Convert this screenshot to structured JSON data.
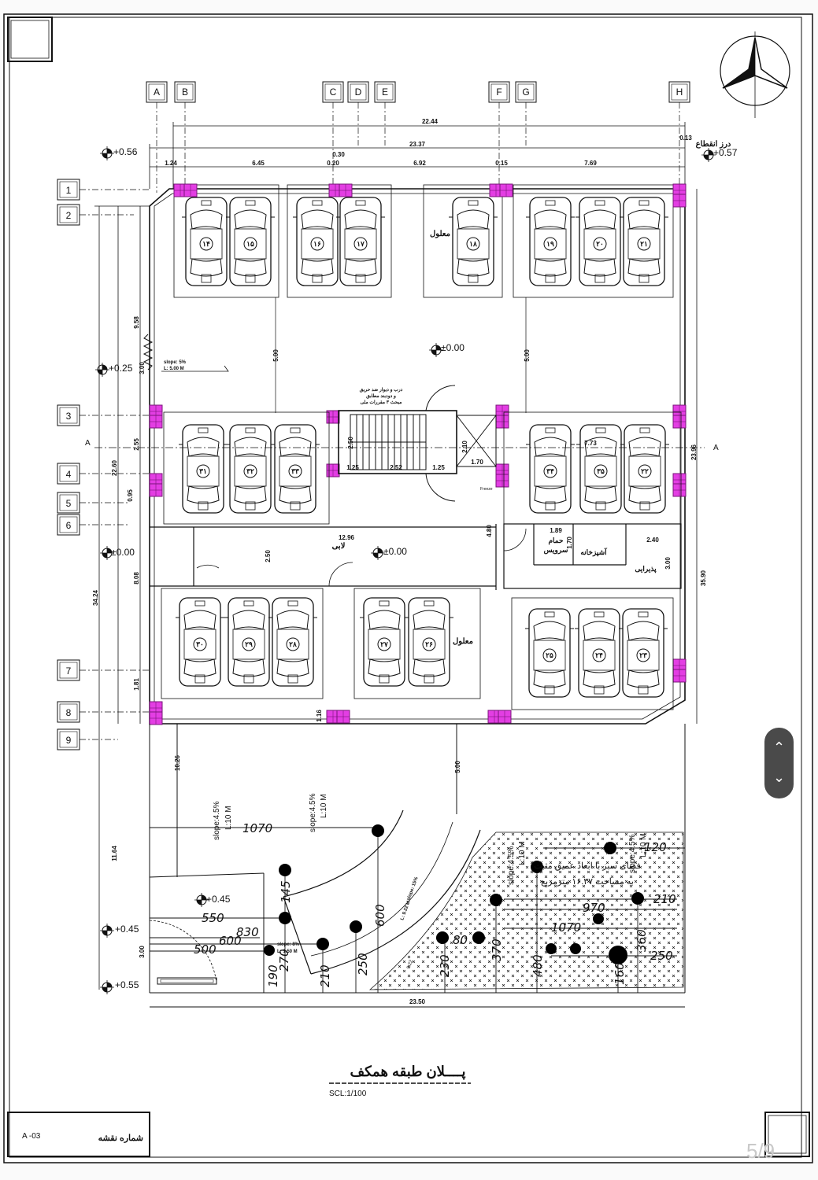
{
  "grid_letters": [
    "A",
    "B",
    "C",
    "D",
    "E",
    "F",
    "G",
    "H"
  ],
  "grid_numbers": [
    "1",
    "2",
    "3",
    "4",
    "5",
    "6",
    "7",
    "8",
    "9"
  ],
  "section_mark": "A",
  "levels": {
    "top_left": "+0.56",
    "top_right": "+0.57",
    "left_mid": "+0.25",
    "center": "±0.00",
    "left_lobby": "±0.00",
    "lobby": "±0.00",
    "ramp": "+0.45",
    "bottom_1": "+0.45",
    "bottom_2": "+0.55"
  },
  "dims_top": [
    "22.44",
    "23.37",
    "1.24",
    "6.45",
    "0.30",
    "0.20",
    "6.92",
    "0.15",
    "7.69",
    "0.13"
  ],
  "dims_left": [
    "9.58",
    "22.60",
    "2.55",
    "34.24",
    "8.08",
    "11.64",
    "1.81",
    "0.95"
  ],
  "dims_right": [
    "23.96",
    "35.90"
  ],
  "dims_inner": [
    "5.00",
    "5.00",
    "3.00",
    "2.50",
    "2.52",
    "1.25",
    "1.25",
    "2.10",
    "1.70",
    "7.73",
    "12.96",
    "2.50",
    "4.80",
    "1.89",
    "1.70",
    "2.40",
    "3.00",
    "1.16",
    "10.26",
    "5.00",
    "3.00",
    "23.50"
  ],
  "door_cut": "درز انقطاع",
  "slope_top": "slope: 5%",
  "slope_top_len": "L: 5.00 M",
  "stair_note_1": "درب و دیوار ضد حریق",
  "stair_note_2": "و دودبند مطابق",
  "stair_note_3": "مبحث ۳ مقررات ملی",
  "rooms": {
    "lobby": "لابی",
    "bath": "حمام",
    "service": "سرویس",
    "kitchen": "آشپزخانه",
    "reception": "پذیرایی",
    "disabled_1": "معلول",
    "disabled_2": "معلول",
    "freezer": "Freeze"
  },
  "car_numbers_row1": [
    "۱۴",
    "۱۵",
    "۱۶",
    "۱۷",
    "۱۸",
    "۱۹",
    "۲۰",
    "۲۱"
  ],
  "car_numbers_row2": [
    "۳۱",
    "۳۲",
    "۳۳",
    "۳۴",
    "۳۵",
    "۲۲"
  ],
  "car_numbers_row3": [
    "۳۰",
    "۲۹",
    "۲۸",
    "۲۷",
    "۲۶",
    "۲۵",
    "۲۴",
    "۲۳"
  ],
  "yard": {
    "slope1": "slope:4.5%",
    "len1": "L:10 M",
    "slope2": "slope:4.5%",
    "len2": "L:10 M",
    "slope3": "slope:4.5%",
    "len3": "L:10 M",
    "slope4": "slope:4.5%",
    "len4": "L:10 M",
    "ramp_slope": "slope: 15%",
    "ramp_len": "L: 9.22 M",
    "ramp_dim": "9.22",
    "small_slope": "slope: 8%",
    "small_len": "L: 1.50 M",
    "green_note_1": "فضای سبز با ابعاد عمیق مثبت",
    "green_note_2": "به مساحت ۱۶.۳۷ مترمربع",
    "numbers": [
      "1070",
      "145",
      "550",
      "830",
      "600",
      "500",
      "190",
      "270",
      "210",
      "250",
      "600",
      "120",
      "210",
      "970",
      "1070",
      "80",
      "230",
      "370",
      "480",
      "160",
      "360",
      "250"
    ]
  },
  "title": "پــــلان طبقه همکف",
  "scale": "SCL:1/100",
  "sheet_no_label": "شماره نقشه",
  "sheet_code": "A -03",
  "page_counter": "5/9"
}
